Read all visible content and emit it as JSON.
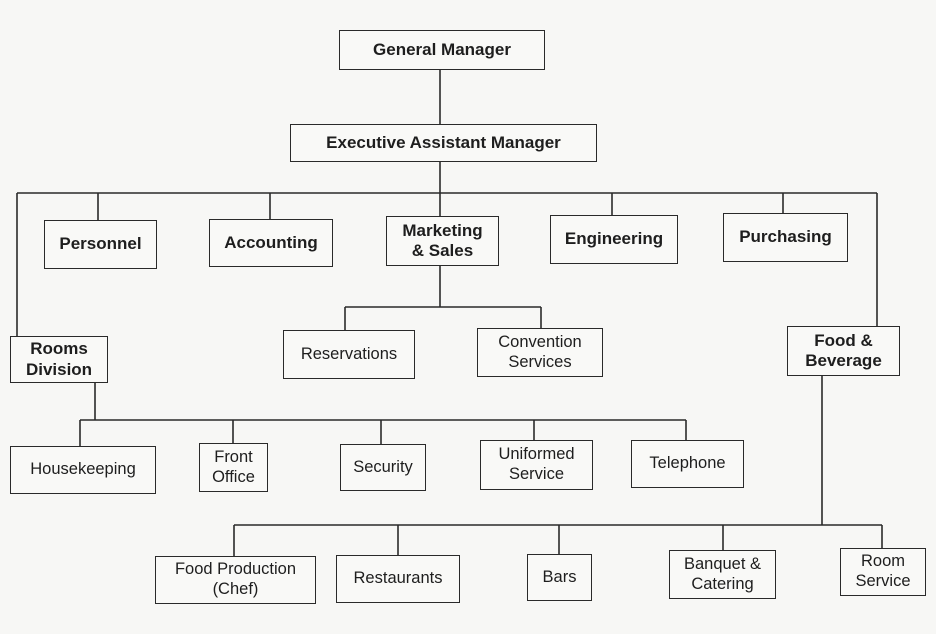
{
  "org_chart": {
    "general_manager": "General Manager",
    "executive_assistant_manager": "Executive Assistant Manager",
    "personnel": "Personnel",
    "accounting": "Accounting",
    "marketing_sales": "Marketing\n& Sales",
    "engineering": "Engineering",
    "purchasing": "Purchasing",
    "rooms_division": "Rooms\nDivision",
    "reservations": "Reservations",
    "convention_services": "Convention\nServices",
    "food_beverage": "Food &\nBeverage",
    "housekeeping": "Housekeeping",
    "front_office": "Front\nOffice",
    "security": "Security",
    "uniformed_service": "Uniformed\nService",
    "telephone": "Telephone",
    "food_production": "Food Production\n(Chef)",
    "restaurants": "Restaurants",
    "bars": "Bars",
    "banquet_catering": "Banquet &\nCatering",
    "room_service": "Room\nService"
  }
}
